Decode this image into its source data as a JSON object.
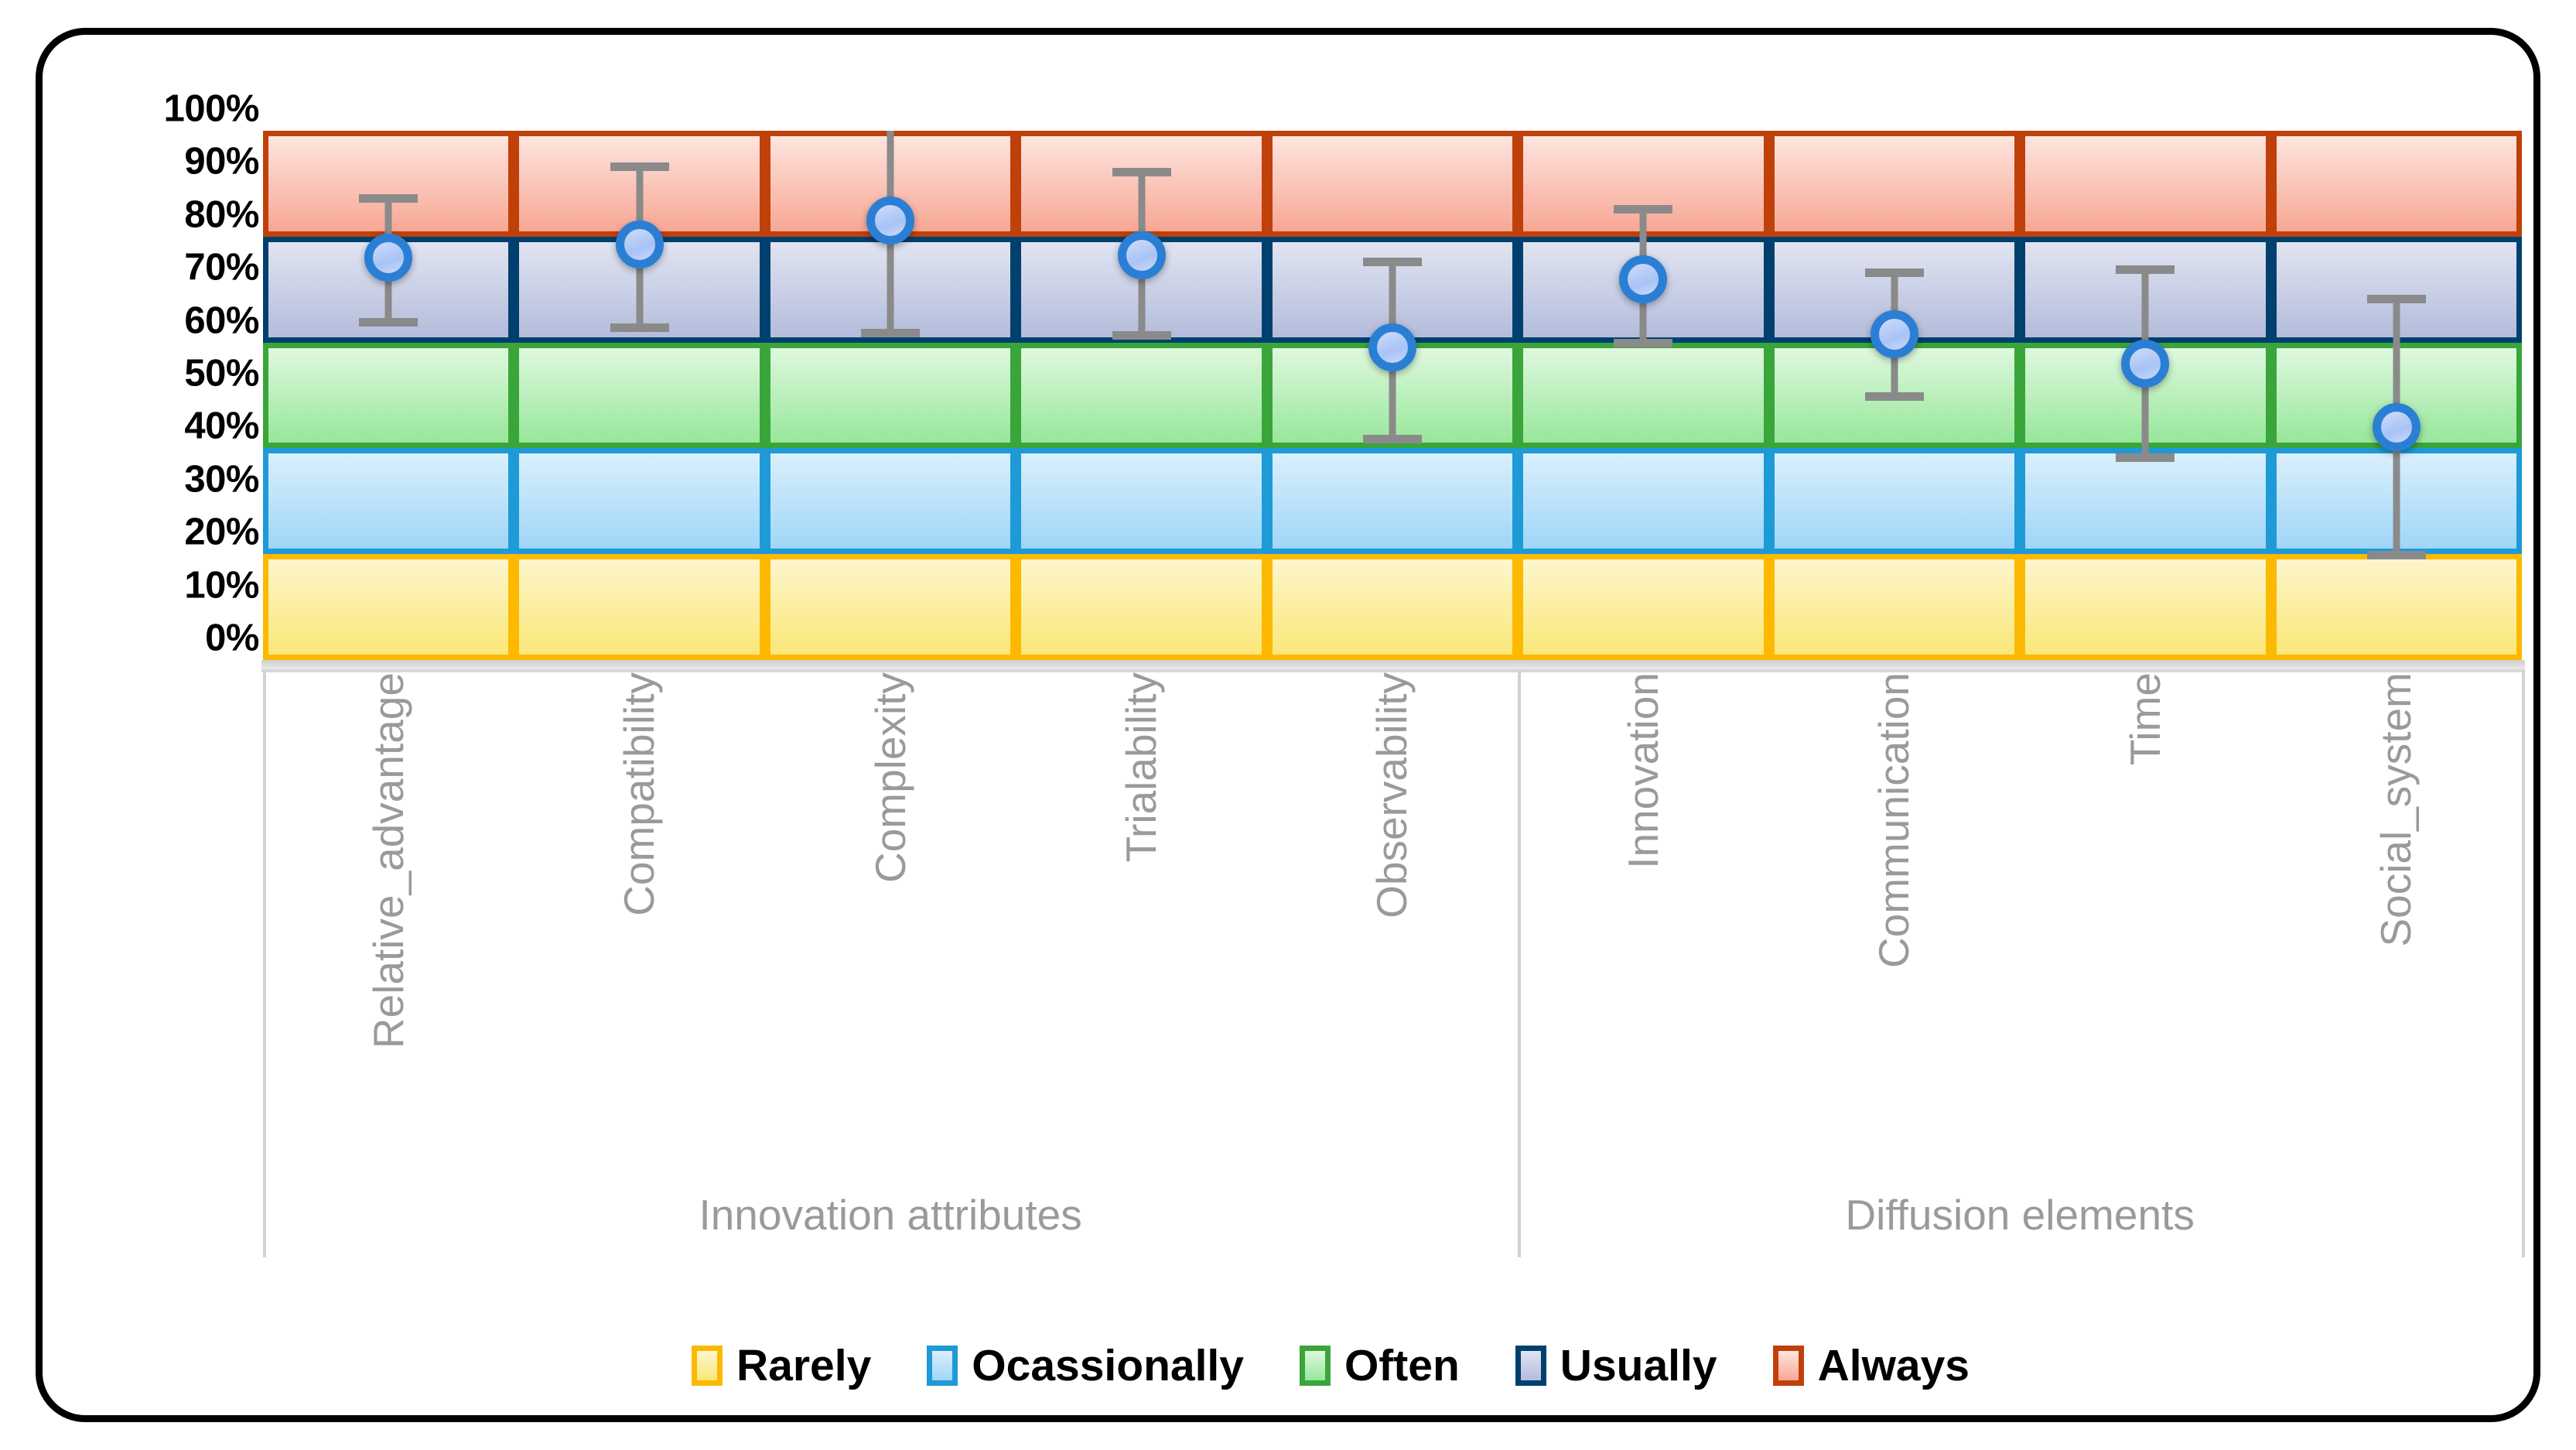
{
  "chart_data": {
    "type": "scatter",
    "title": "",
    "xlabel": "",
    "ylabel": "",
    "ylim": [
      0,
      100
    ],
    "grid": true,
    "legend_position": "bottom",
    "y_tick_labels": [
      "100%",
      "90%",
      "80%",
      "70%",
      "60%",
      "50%",
      "40%",
      "30%",
      "20%",
      "10%",
      "0%"
    ],
    "y_tick_values": [
      100,
      90,
      80,
      70,
      60,
      50,
      40,
      30,
      20,
      10,
      0
    ],
    "categories": [
      "Relative_advantage",
      "Compatibility",
      "Complexity",
      "Trialability",
      "Observability",
      "Innovation",
      "Communication",
      "Time",
      "Social_system"
    ],
    "series": [
      {
        "name": "Mean",
        "values": [
          76,
          78.5,
          83,
          76.5,
          59,
          72,
          61.5,
          56,
          44
        ],
        "error_low": [
          63,
          62,
          61,
          60.5,
          41,
          59,
          49,
          37.5,
          19
        ],
        "error_high": [
          88,
          94,
          100,
          93,
          76,
          86,
          74,
          74.5,
          69
        ]
      }
    ],
    "groups": [
      {
        "label": "Innovation attributes",
        "categories": 5
      },
      {
        "label": "Diffusion elements",
        "categories": 4
      }
    ],
    "bands": [
      {
        "label": "Always",
        "from": 80,
        "to": 100,
        "border": "#C0400A",
        "fill_top": "#FDE5DF",
        "fill_bottom": "#F8A794"
      },
      {
        "label": "Usually",
        "from": 60,
        "to": 80,
        "border": "#00406E",
        "fill_top": "#E1E4F1",
        "fill_bottom": "#B3BCDB"
      },
      {
        "label": "Often",
        "from": 40,
        "to": 60,
        "border": "#3AA53A",
        "fill_top": "#DFF8DF",
        "fill_bottom": "#97E79A"
      },
      {
        "label": "Ocassionally",
        "from": 20,
        "to": 40,
        "border": "#1E9AD6",
        "fill_top": "#DAEFFC",
        "fill_bottom": "#9FD6F8"
      },
      {
        "label": "Rarely",
        "from": 0,
        "to": 20,
        "border": "#FCB900",
        "fill_top": "#FDF6CD",
        "fill_bottom": "#FAE777"
      }
    ],
    "legend": [
      {
        "label": "Rarely",
        "border": "#FCB900",
        "fill_top": "#FDF6CD",
        "fill_bottom": "#FAE777"
      },
      {
        "label": "Ocassionally",
        "border": "#1E9AD6",
        "fill_top": "#DAEFFC",
        "fill_bottom": "#9FD6F8"
      },
      {
        "label": "Often",
        "border": "#3AA53A",
        "fill_top": "#DFF8DF",
        "fill_bottom": "#97E79A"
      },
      {
        "label": "Usually",
        "border": "#00406E",
        "fill_top": "#E1E4F1",
        "fill_bottom": "#B3BCDB"
      },
      {
        "label": "Always",
        "border": "#C0400A",
        "fill_top": "#FDE5DF",
        "fill_bottom": "#F8A794"
      }
    ],
    "marker_color": "#2a7fd4",
    "errorbar_color": "#8a8a8a",
    "label_color": "#9a9a9a"
  }
}
